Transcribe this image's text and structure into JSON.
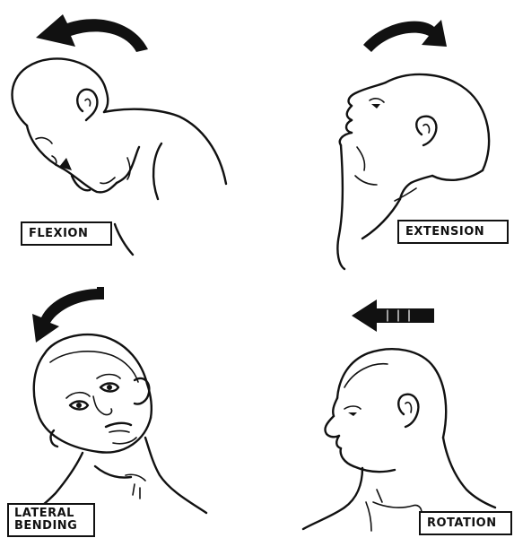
{
  "labels": {
    "flexion": "FLEXION",
    "extension": "EXTENSION",
    "lateral_bending": [
      "LATERAL",
      "BENDING"
    ],
    "rotation": "ROTATION"
  },
  "colors": {
    "ink": "#111111",
    "background": "#ffffff"
  },
  "icons": {
    "flexion_arrow": "curved-arrow-left-icon",
    "extension_arrow": "curved-arrow-right-icon",
    "lateral_arrow": "curved-arrow-down-left-icon",
    "rotation_arrow": "straight-arrow-left-icon"
  }
}
